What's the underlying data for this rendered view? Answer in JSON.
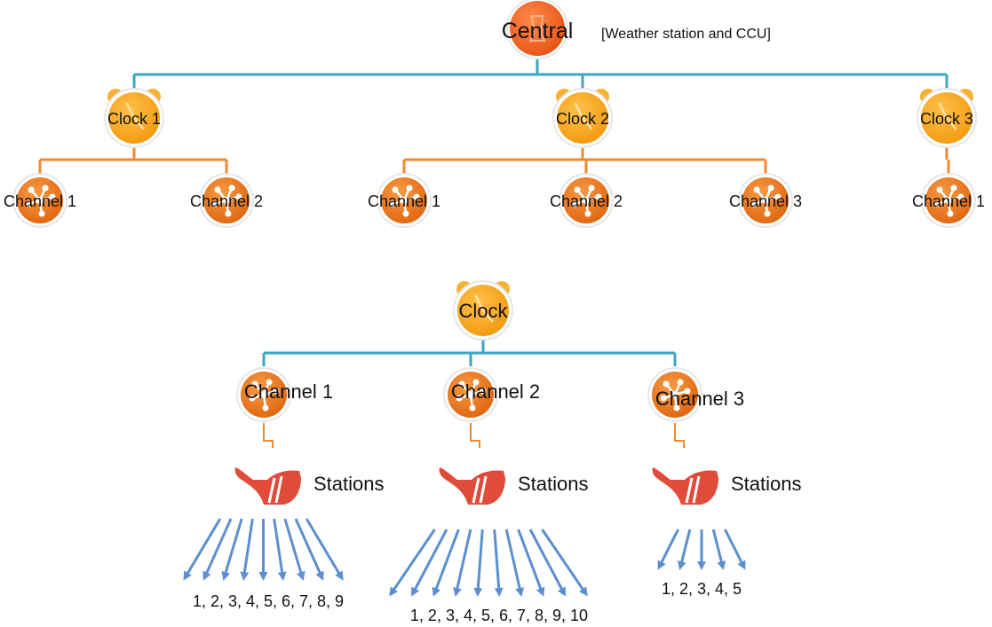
{
  "top_tree": {
    "central": {
      "label": "Central",
      "sublabel": "[Weather station and CCU]"
    },
    "clocks": [
      {
        "label": "Clock 1",
        "channels": [
          "Channel 1",
          "Channel 2"
        ]
      },
      {
        "label": "Clock 2",
        "channels": [
          "Channel 1",
          "Channel 2",
          "Channel 3"
        ]
      },
      {
        "label": "Clock 3",
        "channels": [
          "Channel 1"
        ]
      }
    ]
  },
  "bottom_tree": {
    "clock": {
      "label": "Clock"
    },
    "channels": [
      {
        "label": "Channel 1",
        "stations_label": "Stations",
        "stations": "1, 2, 3, 4, 5, 6, 7, 8, 9",
        "count": 9
      },
      {
        "label": "Channel 2",
        "stations_label": "Stations",
        "stations": "1, 2, 3, 4, 5, 6, 7, 8, 9, 10",
        "count": 10
      },
      {
        "label": "Channel 3",
        "stations_label": "Stations",
        "stations": "1, 2, 3, 4, 5",
        "count": 5
      }
    ]
  },
  "colors": {
    "central_fill": "#f26522",
    "clock_fill": "#f7a11a",
    "channel_fill": "#e8751a",
    "teal_line": "#3aa6c4",
    "orange_line": "#ef8a2e",
    "arrow": "#5b8fcf",
    "sprinkler": "#e14c3a"
  },
  "icons": {
    "central": "weather-station-icon",
    "clock": "alarm-clock-icon",
    "channel": "network-node-icon",
    "stations": "sprinkler-icon"
  }
}
